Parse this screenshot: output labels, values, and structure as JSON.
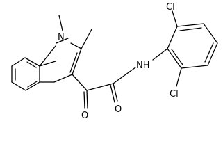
{
  "molecule": {
    "atoms": {
      "n_indole": "N",
      "nh_amide": "NH",
      "cl_top": "Cl",
      "cl_bottom": "Cl",
      "o_ketone": "O",
      "o_amide": "O"
    },
    "colors": {
      "bond": "#000000",
      "label": "#000000",
      "background": "#ffffff"
    }
  }
}
